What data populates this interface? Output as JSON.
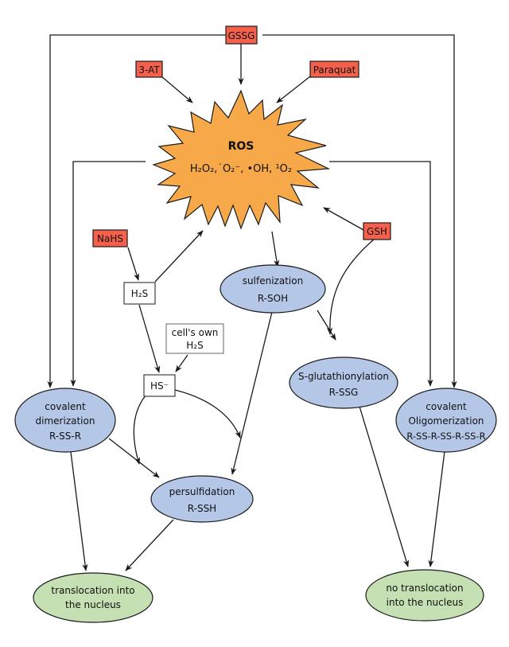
{
  "diagram": {
    "colors": {
      "drug_fill": "#f4604c",
      "ros_fill": "#f7a94a",
      "modification_fill": "#b4c7e7",
      "outcome_fill": "#c5e0b3",
      "plain_box_fill": "#ffffff",
      "line": "#1a1a1a"
    },
    "nodes": {
      "gssg": {
        "label": "GSSG"
      },
      "three_at": {
        "label": "3-AT"
      },
      "paraquat": {
        "label": "Paraquat"
      },
      "ros": {
        "title": "ROS",
        "species": "H₂O₂,˙O₂⁻, •OH, ¹O₂"
      },
      "nahs": {
        "label": "NaHS"
      },
      "gsh": {
        "label": "GSH"
      },
      "h2s": {
        "label": "H₂S"
      },
      "cells_own": {
        "line1": "cell's own",
        "line2": "H₂S"
      },
      "hs_minus": {
        "label": "HS⁻"
      },
      "sulfenization": {
        "line1": "sulfenization",
        "line2": "R-SOH"
      },
      "glutathionylation": {
        "line1": "S-glutathionylation",
        "line2": "R-SSG"
      },
      "dimerization": {
        "line1": "covalent",
        "line2": "dimerization",
        "line3": "R-SS-R"
      },
      "oligomerization": {
        "line1": "covalent",
        "line2": "Oligomerization",
        "line3": "R-SS-R-SS-R-SS-R"
      },
      "persulfidation": {
        "line1": "persulfidation",
        "line2": "R-SSH"
      },
      "translocation": {
        "line1": "translocation into",
        "line2": "the nucleus"
      },
      "no_translocation": {
        "line1": "no translocation",
        "line2": "into the nucleus"
      }
    },
    "edges": [
      {
        "from": "GSSG",
        "to": "ROS"
      },
      {
        "from": "GSSG",
        "to": "covalent dimerization"
      },
      {
        "from": "GSSG",
        "to": "covalent Oligomerization"
      },
      {
        "from": "3-AT",
        "to": "ROS"
      },
      {
        "from": "Paraquat",
        "to": "ROS"
      },
      {
        "from": "ROS",
        "to": "covalent dimerization"
      },
      {
        "from": "ROS",
        "to": "covalent Oligomerization"
      },
      {
        "from": "ROS",
        "to": "sulfenization"
      },
      {
        "from": "GSH",
        "to": "ROS"
      },
      {
        "from": "GSH",
        "to": "S-glutathionylation"
      },
      {
        "from": "NaHS",
        "to": "H2S"
      },
      {
        "from": "H2S",
        "to": "ROS"
      },
      {
        "from": "H2S",
        "to": "HS-"
      },
      {
        "from": "cell's own H2S",
        "to": "HS-"
      },
      {
        "from": "HS-",
        "to": "persulfidation"
      },
      {
        "from": "sulfenization",
        "to": "S-glutathionylation"
      },
      {
        "from": "sulfenization",
        "to": "persulfidation"
      },
      {
        "from": "covalent dimerization",
        "to": "persulfidation"
      },
      {
        "from": "covalent dimerization",
        "to": "translocation into the nucleus"
      },
      {
        "from": "persulfidation",
        "to": "translocation into the nucleus"
      },
      {
        "from": "S-glutathionylation",
        "to": "no translocation into the nucleus"
      },
      {
        "from": "covalent Oligomerization",
        "to": "no translocation into the nucleus"
      }
    ]
  }
}
